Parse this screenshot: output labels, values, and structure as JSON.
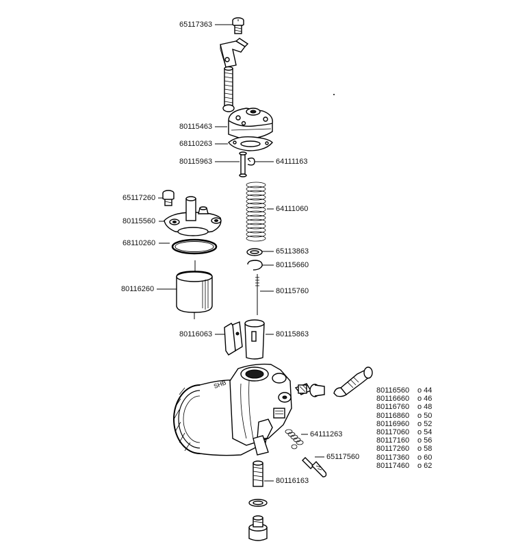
{
  "labels": {
    "p65117363": "65117363",
    "p80115463": "80115463",
    "p68110263": "68110263",
    "p80115963": "80115963",
    "p64111163": "64111163",
    "p65117260": "65117260",
    "p64111060": "64111060",
    "p80115560": "80115560",
    "p68110260": "68110260",
    "p65113863": "65113863",
    "p80115660": "80115660",
    "p80116260": "80116260",
    "p80115760": "80115760",
    "p80116063": "80116063",
    "p80115863": "80115863",
    "p64111263": "64111263",
    "p65117560": "65117560",
    "p80116163": "80116163"
  },
  "body_marking": "SHB",
  "jet_table": [
    {
      "code": "80116560",
      "size": "o 44"
    },
    {
      "code": "80116660",
      "size": "o 46"
    },
    {
      "code": "80116760",
      "size": "o 48"
    },
    {
      "code": "80116860",
      "size": "o 50"
    },
    {
      "code": "80116960",
      "size": "o 52"
    },
    {
      "code": "80117060",
      "size": "o 54"
    },
    {
      "code": "80117160",
      "size": "o 56"
    },
    {
      "code": "80117260",
      "size": "o 58"
    },
    {
      "code": "80117360",
      "size": "o 60"
    },
    {
      "code": "80117460",
      "size": "o 62"
    }
  ]
}
